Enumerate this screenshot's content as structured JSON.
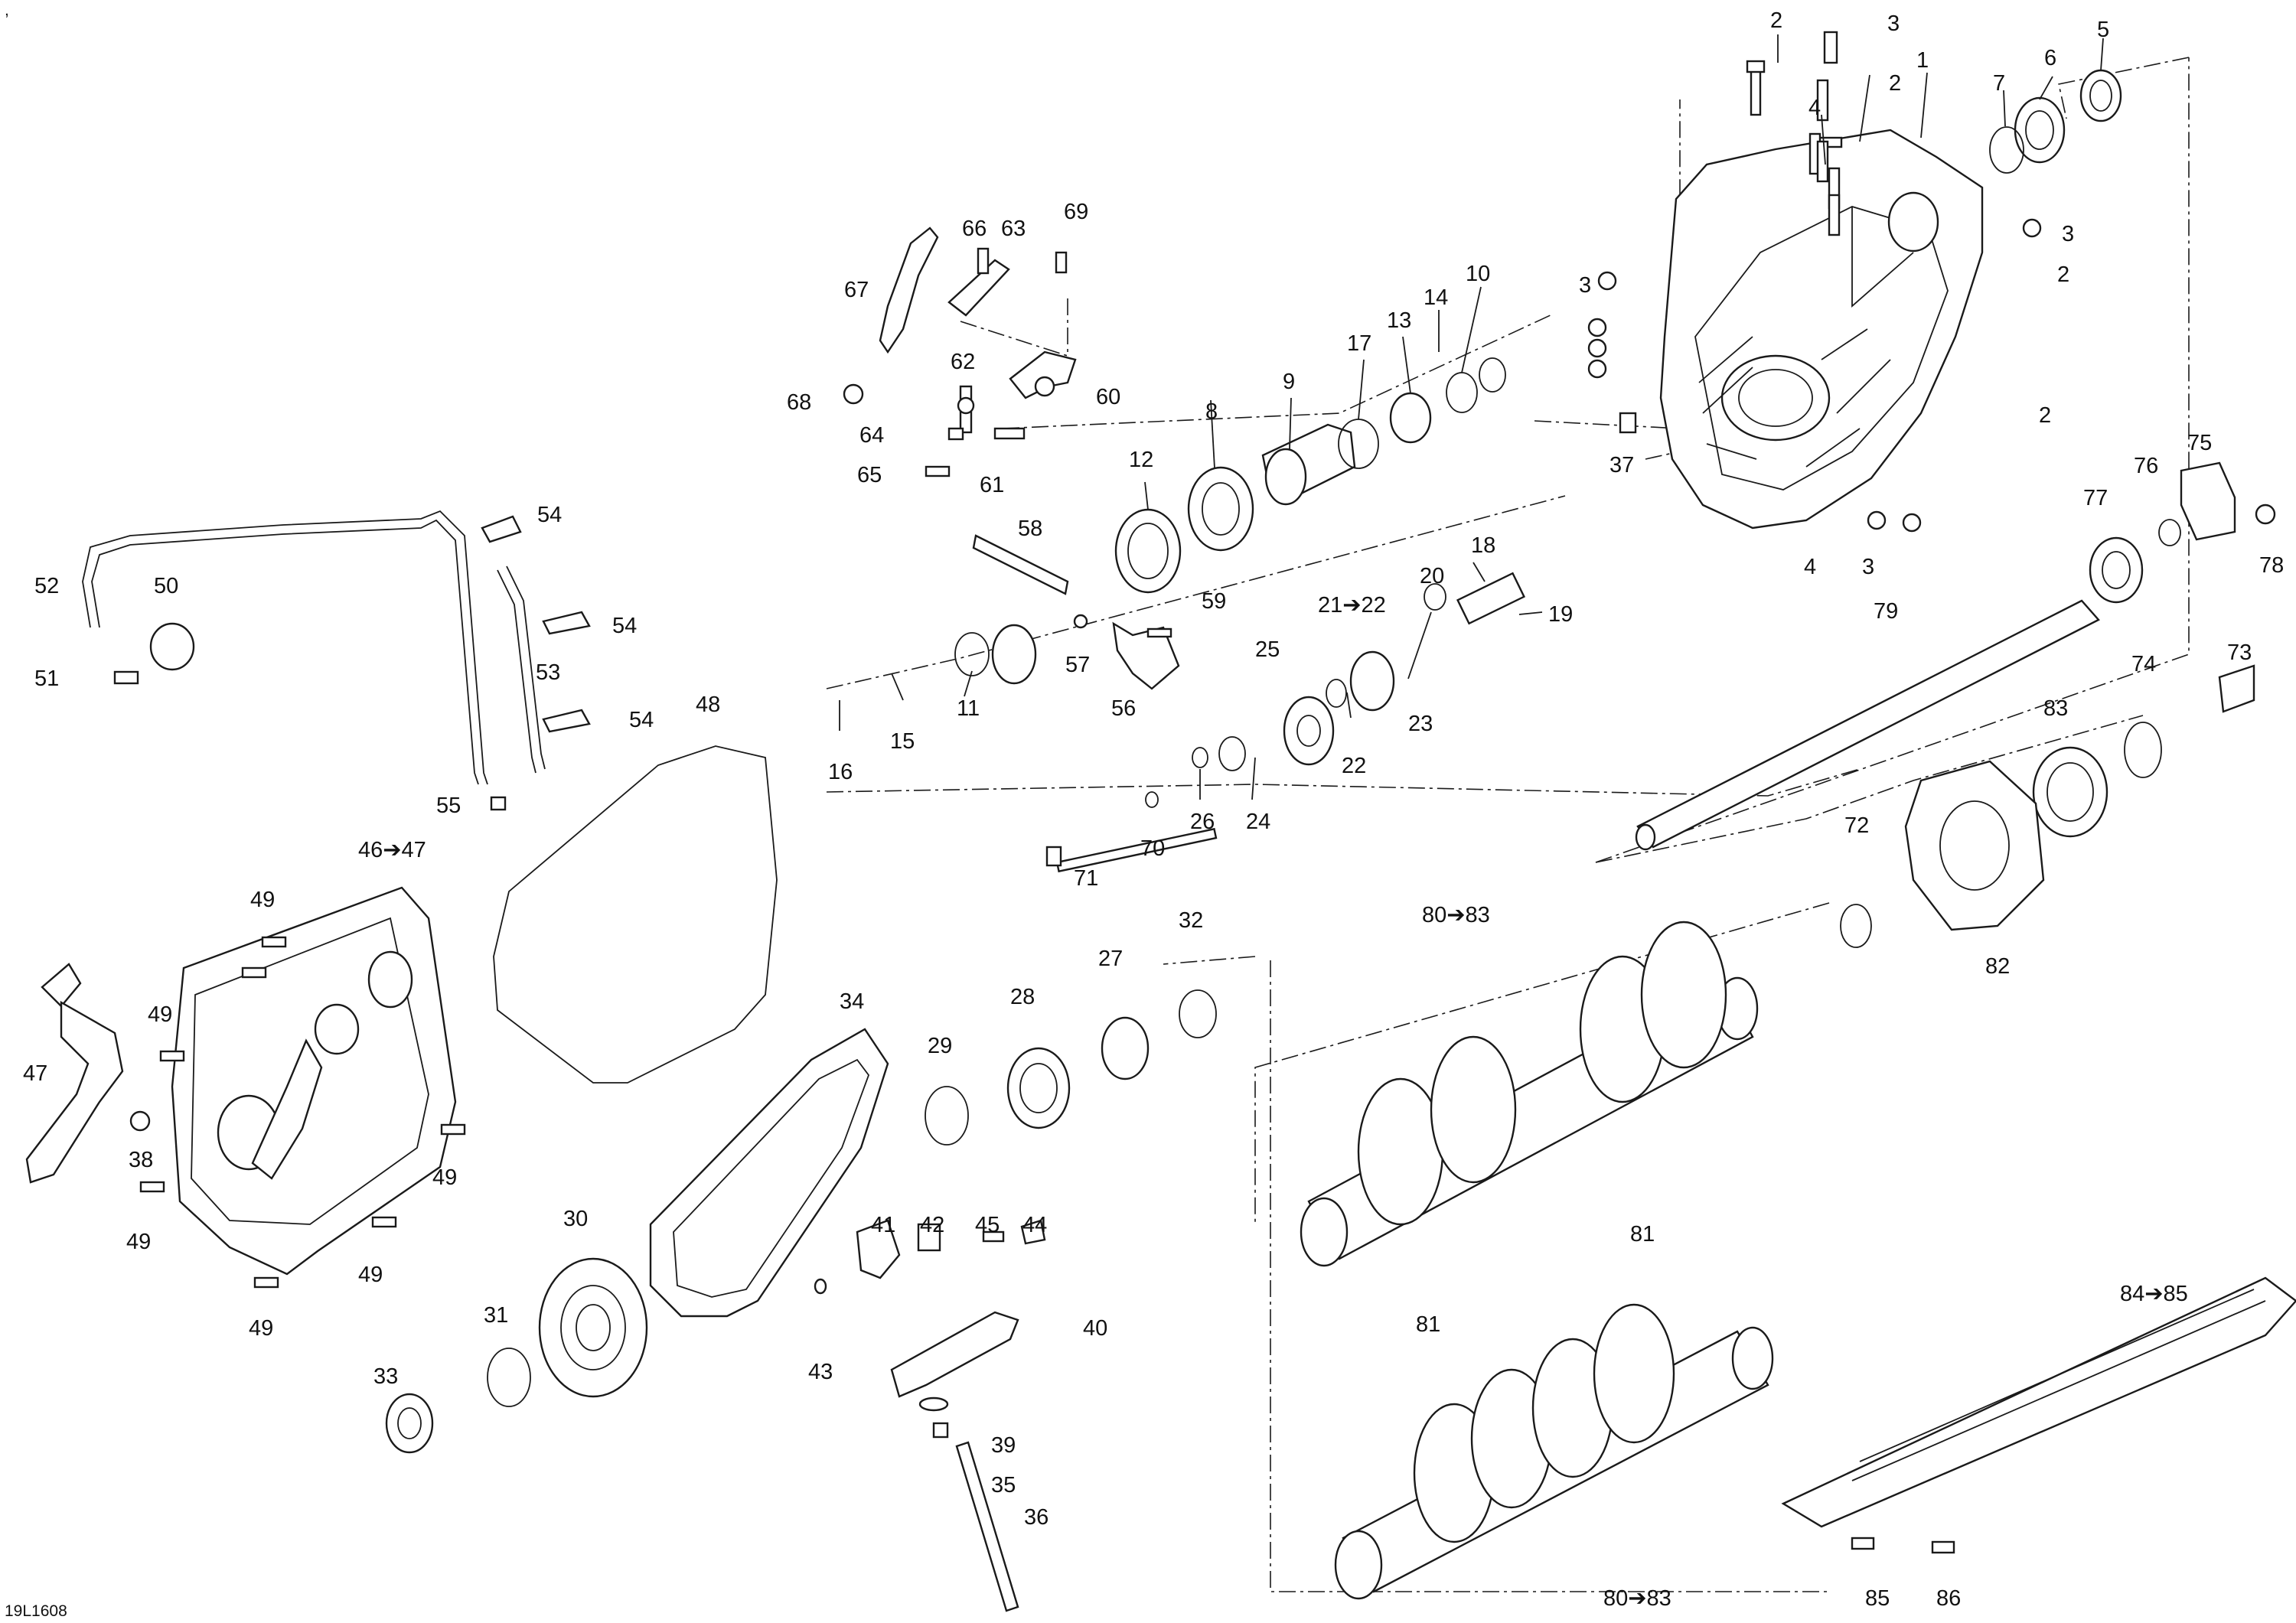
{
  "corner_mark": ",",
  "drawing_code": "19L1608",
  "callouts": {
    "c1": "1",
    "c2a": "2",
    "c2b": "2",
    "c2c": "2",
    "c2d": "2",
    "c3a": "3",
    "c3b": "3",
    "c3c": "3",
    "c3d": "3",
    "c4a": "4",
    "c4b": "4",
    "c5": "5",
    "c6": "6",
    "c7": "7",
    "c8": "8",
    "c9": "9",
    "c10": "10",
    "c11": "11",
    "c12": "12",
    "c13": "13",
    "c14": "14",
    "c15": "15",
    "c16": "16",
    "c17": "17",
    "c18": "18",
    "c19": "19",
    "c20": "20",
    "c21_22": "21➔22",
    "c22": "22",
    "c23": "23",
    "c24": "24",
    "c25": "25",
    "c26": "26",
    "c27": "27",
    "c28": "28",
    "c29": "29",
    "c30": "30",
    "c31": "31",
    "c32": "32",
    "c33": "33",
    "c34": "34",
    "c35": "35",
    "c36": "36",
    "c37": "37",
    "c38": "38",
    "c39": "39",
    "c40": "40",
    "c41": "41",
    "c42": "42",
    "c43": "43",
    "c44": "44",
    "c45": "45",
    "c46_47": "46➔47",
    "c47": "47",
    "c48": "48",
    "c49a": "49",
    "c49b": "49",
    "c49c": "49",
    "c49d": "49",
    "c49e": "49",
    "c49f": "49",
    "c50": "50",
    "c51": "51",
    "c52": "52",
    "c53": "53",
    "c54a": "54",
    "c54b": "54",
    "c54c": "54",
    "c55": "55",
    "c56": "56",
    "c57": "57",
    "c58": "58",
    "c59": "59",
    "c60": "60",
    "c61": "61",
    "c62": "62",
    "c63": "63",
    "c64": "64",
    "c65": "65",
    "c66": "66",
    "c67": "67",
    "c68": "68",
    "c69": "69",
    "c70": "70",
    "c71": "71",
    "c72": "72",
    "c73": "73",
    "c74": "74",
    "c75": "75",
    "c76": "76",
    "c77": "77",
    "c78": "78",
    "c79": "79",
    "c80_83a": "80➔83",
    "c80_83b": "80➔83",
    "c81a": "81",
    "c81b": "81",
    "c82": "82",
    "c83": "83",
    "c84_85": "84➔85",
    "c85": "85",
    "c86": "86"
  }
}
